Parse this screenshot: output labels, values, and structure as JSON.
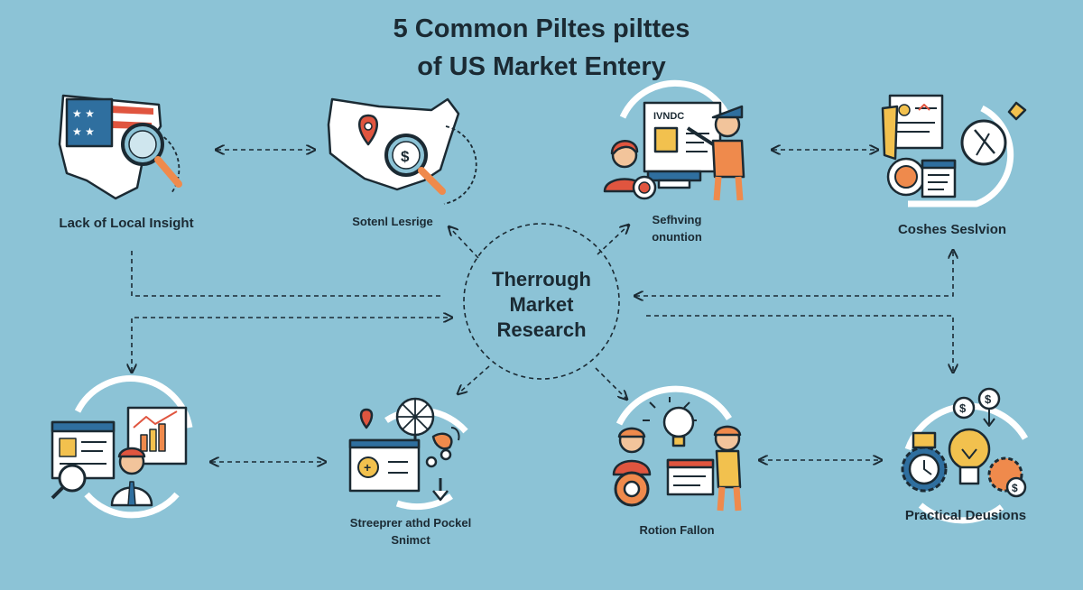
{
  "title": {
    "line1": "5 Common Piltes pilttes",
    "line2": "of US Market Entery"
  },
  "center": {
    "line1": "Therrough",
    "line2": "Market",
    "line3": "Research"
  },
  "nodes": [
    {
      "id": "lack-of-local-insight",
      "label": "Lack of Local Insight",
      "icon": "us-flag-magnifier-icon"
    },
    {
      "id": "sotenl-lesrige",
      "label": "Sotenl Lesrige",
      "icon": "us-map-pin-dollar-icon"
    },
    {
      "id": "sefhving-onuntion",
      "label_line1": "Sefhving",
      "label_line2": "onuntion",
      "icon": "presentation-board-icon"
    },
    {
      "id": "coshes-seslvion",
      "label": "Coshes Seslvion",
      "icon": "documents-clock-icon"
    },
    {
      "id": "browser-analytics",
      "icon": "browser-chart-person-icon"
    },
    {
      "id": "streeprer-athd-pockel",
      "label_line1": "Streeprer athd Pockel",
      "label_line2": "Snimct",
      "icon": "wheel-checklist-icon"
    },
    {
      "id": "rotion-fallon",
      "label": "Rotion Fallon",
      "icon": "team-lightbulb-icon"
    },
    {
      "id": "practical-deusions",
      "label": "Practical Deusions",
      "icon": "lightbulb-gears-dollar-icon"
    }
  ],
  "colors": {
    "background": "#8cc3d6",
    "ink": "#1b2a33",
    "red": "#e0553f",
    "orange": "#ef8a4c",
    "yellow": "#f2c14e",
    "blue": "#2f6f9f",
    "white": "#ffffff"
  }
}
